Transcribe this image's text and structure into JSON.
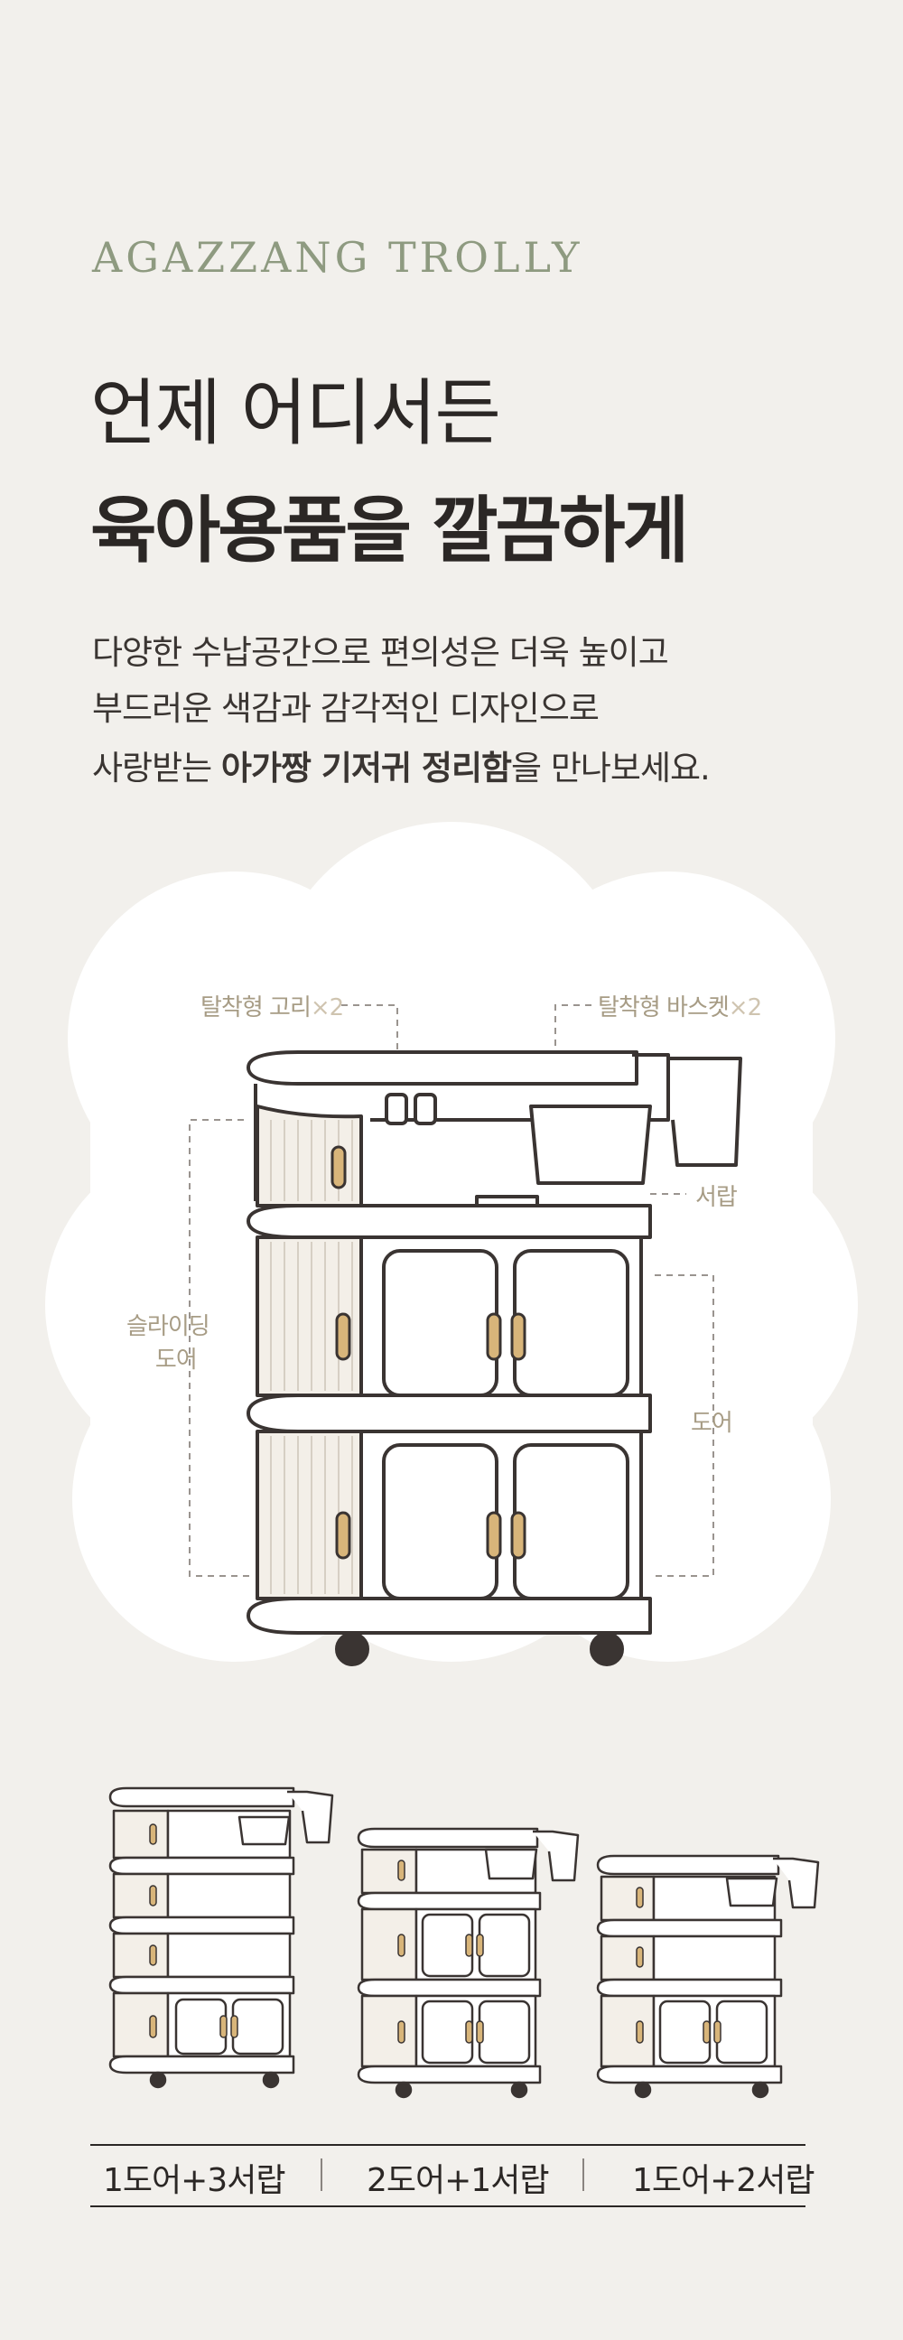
{
  "brand": "AGAZZANG TROLLY",
  "headline": {
    "line1": "언제 어디서든",
    "line2": "육아용품을 깔끔하게"
  },
  "description": {
    "line1": "다양한 수납공간으로 편의성은 더욱 높이고",
    "line2": "부드러운 색감과 감각적인 디자인으로",
    "line3_prefix": "사랑받는 ",
    "line3_bold": "아가짱 기저귀 정리함",
    "line3_suffix": "을 만나보세요."
  },
  "labels": {
    "hook": "탈착형 고리",
    "hook_count": "×2",
    "basket": "탈착형 바스켓",
    "basket_count": "×2",
    "drawer": "서랍",
    "sliding_door_1": "슬라이딩",
    "sliding_door_2": "도어",
    "door": "도어"
  },
  "options": [
    "1도어+3서랍",
    "2도어+1서랍",
    "1도어+2서랍"
  ],
  "colors": {
    "background": "#f2f0ec",
    "brand": "#8e9a80",
    "label": "#a79c85",
    "handle": "#d8b57a",
    "line": "#3a3432"
  }
}
